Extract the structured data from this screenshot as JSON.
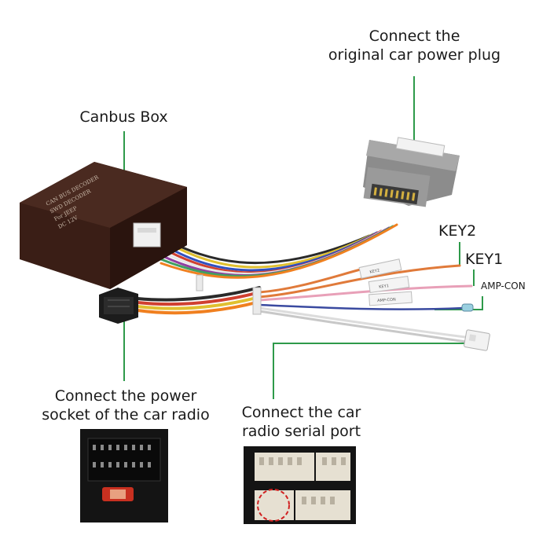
{
  "labels": {
    "power_plug_line1": "Connect the",
    "power_plug_line2": "original car power plug",
    "canbus_box": "Canbus Box",
    "key2": "KEY2",
    "key1": "KEY1",
    "amp_con": "AMP-CON",
    "power_socket_line1": "Connect the power",
    "power_socket_line2": "socket of the car radio",
    "serial_port_line1": "Connect the car",
    "serial_port_line2": "radio serial port"
  },
  "box_print": {
    "line1": "CAN BUS DECODER",
    "line2": "SWD  DECODER",
    "line3": "For  JEEP",
    "line4": "DC 12V"
  },
  "tags": {
    "key2_tag": "KEY2",
    "key1_tag": "KEY1",
    "amp_tag": "AMP-CON"
  },
  "colors": {
    "leader_line": "#2e9a4a",
    "key2_wire": "#e07a3a",
    "key1_wire": "#e8a0b8",
    "amp_wire": "#3a4aa0"
  }
}
